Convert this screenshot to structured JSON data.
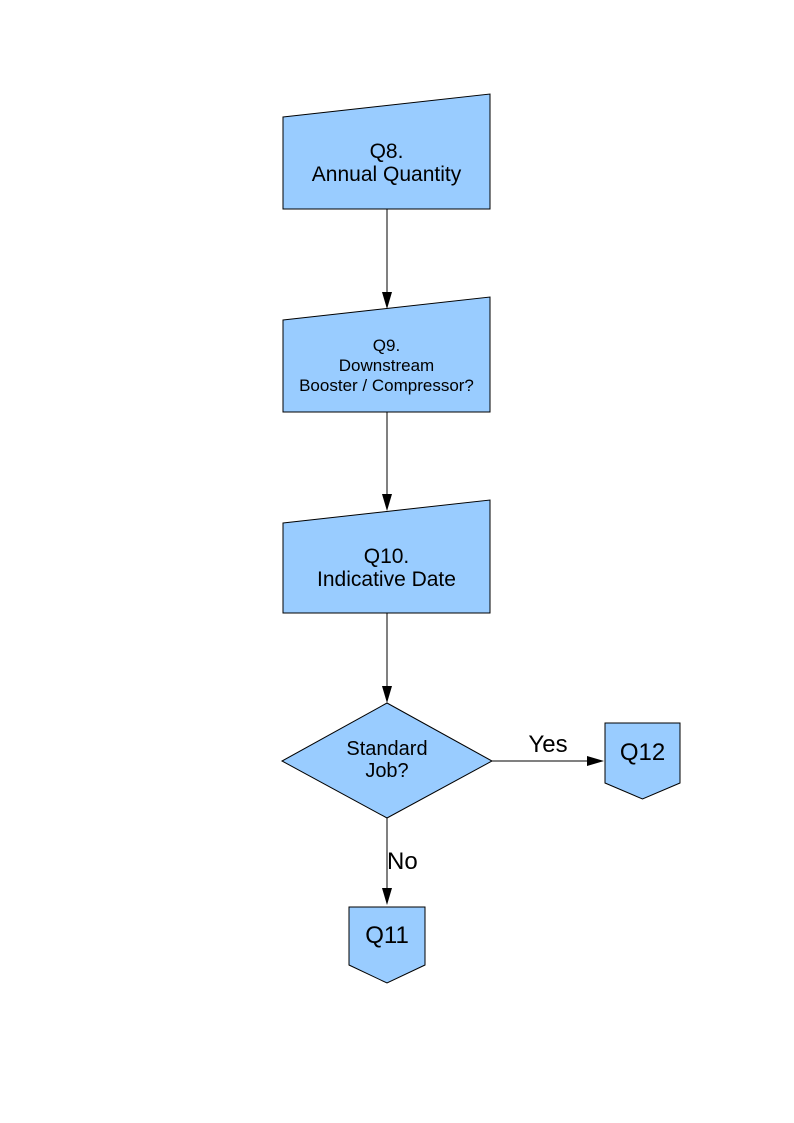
{
  "diagram": {
    "shape_fill": "#99CCFF",
    "shape_stroke": "#000000",
    "background": "#FFFFFF",
    "nodes": {
      "q8": {
        "type": "manual-input",
        "lines": [
          "Q8.",
          "Annual Quantity"
        ]
      },
      "q9": {
        "type": "manual-input",
        "lines": [
          "Q9.",
          "Downstream",
          "Booster / Compressor?"
        ]
      },
      "q10": {
        "type": "manual-input",
        "lines": [
          "Q10.",
          "Indicative Date"
        ]
      },
      "standard_job": {
        "type": "decision",
        "lines": [
          "Standard",
          "Job?"
        ]
      },
      "q12": {
        "type": "off-page-connector",
        "lines": [
          "Q12"
        ]
      },
      "q11": {
        "type": "off-page-connector",
        "lines": [
          "Q11"
        ]
      }
    },
    "edges": {
      "q8_to_q9": {
        "from": "q8",
        "to": "q9"
      },
      "q9_to_q10": {
        "from": "q9",
        "to": "q10"
      },
      "q10_to_decision": {
        "from": "q10",
        "to": "standard_job"
      },
      "decision_to_q12": {
        "from": "standard_job",
        "to": "q12",
        "label": "Yes"
      },
      "decision_to_q11": {
        "from": "standard_job",
        "to": "q11",
        "label": "No"
      }
    }
  }
}
